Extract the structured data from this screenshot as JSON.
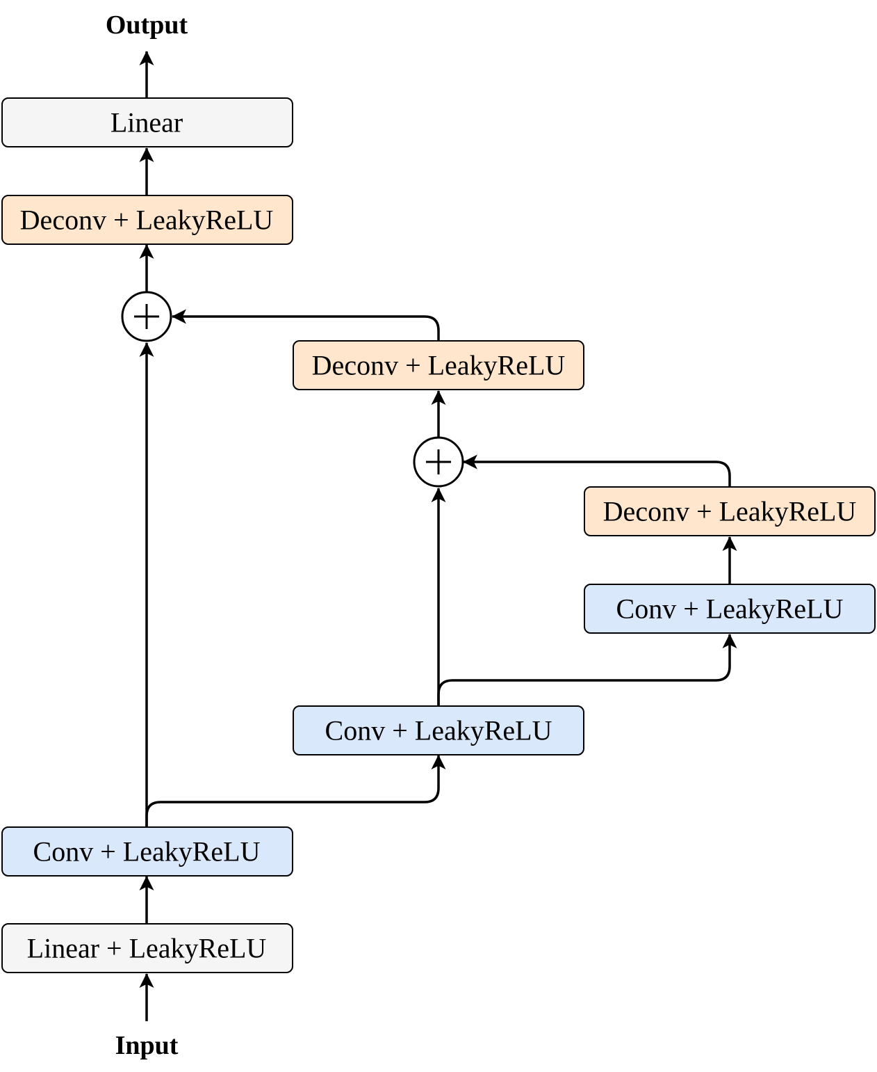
{
  "diagram": {
    "output_label": "Output",
    "input_label": "Input",
    "nodes": {
      "linear_out": "Linear",
      "deconv_1": "Deconv + LeakyReLU",
      "deconv_2": "Deconv + LeakyReLU",
      "deconv_3": "Deconv + LeakyReLU",
      "conv_3": "Conv + LeakyReLU",
      "conv_2": "Conv + LeakyReLU",
      "conv_1": "Conv + LeakyReLU",
      "linear_in": "Linear + LeakyReLU"
    },
    "colors": {
      "linear_fill": "#f5f5f5",
      "deconv_fill": "#ffe6cc",
      "conv_fill": "#dae8fc",
      "stroke": "#000000"
    }
  }
}
